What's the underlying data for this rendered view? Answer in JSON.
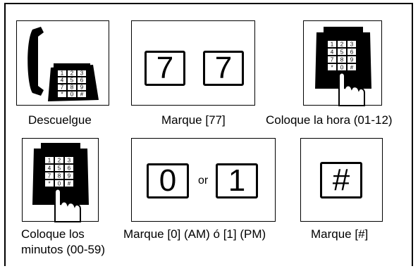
{
  "steps": [
    {
      "caption": "Descuelgue",
      "icon": "handset-lift-icon"
    },
    {
      "caption": "Marque [77]",
      "keys": [
        "7",
        "7"
      ]
    },
    {
      "caption": "Coloque la hora (01-12)",
      "icon": "keypad-press-icon"
    },
    {
      "caption_line1": "Coloque los",
      "caption_line2": "minutos (00-59)",
      "icon": "keypad-press-icon"
    },
    {
      "caption": "Marque [0] (AM) ó [1] (PM)",
      "keys": [
        "0",
        "1"
      ],
      "joiner": "or"
    },
    {
      "caption": "Marque [#]",
      "keys": [
        "#"
      ]
    }
  ],
  "keypad_labels": [
    "1",
    "2",
    "3",
    "4",
    "5",
    "6",
    "7",
    "8",
    "9",
    "*",
    "0",
    "#"
  ],
  "colors": {
    "ink": "#000000",
    "paper": "#ffffff"
  }
}
